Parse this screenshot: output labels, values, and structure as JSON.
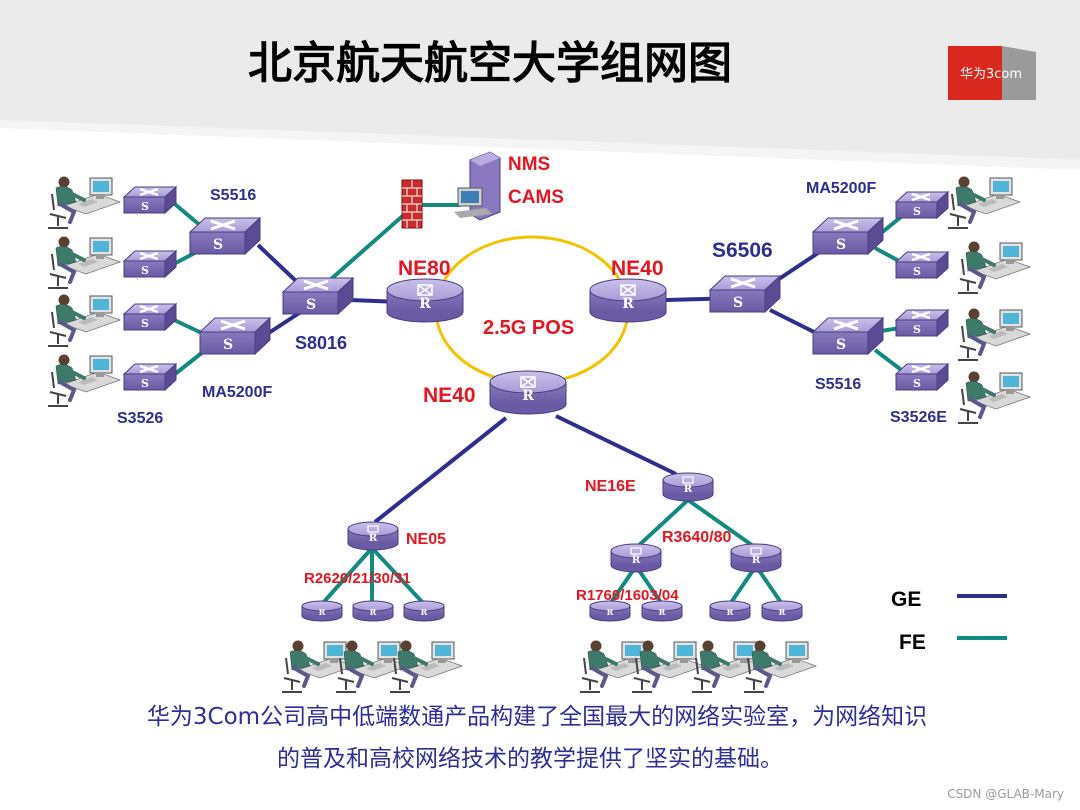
{
  "title": "北京航天航空大学组网图",
  "logo": {
    "text": "华为3com"
  },
  "labels": {
    "nms": "NMS",
    "cams": "CAMS",
    "s5516_left": "S5516",
    "s8016": "S8016",
    "ma5200f_left": "MA5200F",
    "s3526": "S3526",
    "ne80": "NE80",
    "ne40_top": "NE40",
    "ring": "2.5G POS",
    "ne40_bottom": "NE40",
    "s6506": "S6506",
    "ma5200f_right": "MA5200F",
    "s5516_right": "S5516",
    "s3526e": "S3526E",
    "ne16e": "NE16E",
    "ne05": "NE05",
    "r3640": "R3640/80",
    "r2620": "R2620/21/30/31",
    "r1760": "R1760/1603/04"
  },
  "legend": {
    "ge": "GE",
    "fe": "FE",
    "ge_color": "#2e2e8f",
    "fe_color": "#138a80"
  },
  "caption": {
    "line1": "华为3Com公司高中低端数通产品构建了全国最大的网络实验室，为网络知识",
    "line2": "的普及和高校网络技术的教学提供了坚实的基础。"
  },
  "watermark": "CSDN @GLAB-Mary",
  "colors": {
    "label_blue": "#2e2e8f",
    "label_red": "#e8141e",
    "ring": "#f2c400",
    "device": "#8e7fbf",
    "logo_red": "#d9281e",
    "header_bg": "#e8e8e8"
  }
}
